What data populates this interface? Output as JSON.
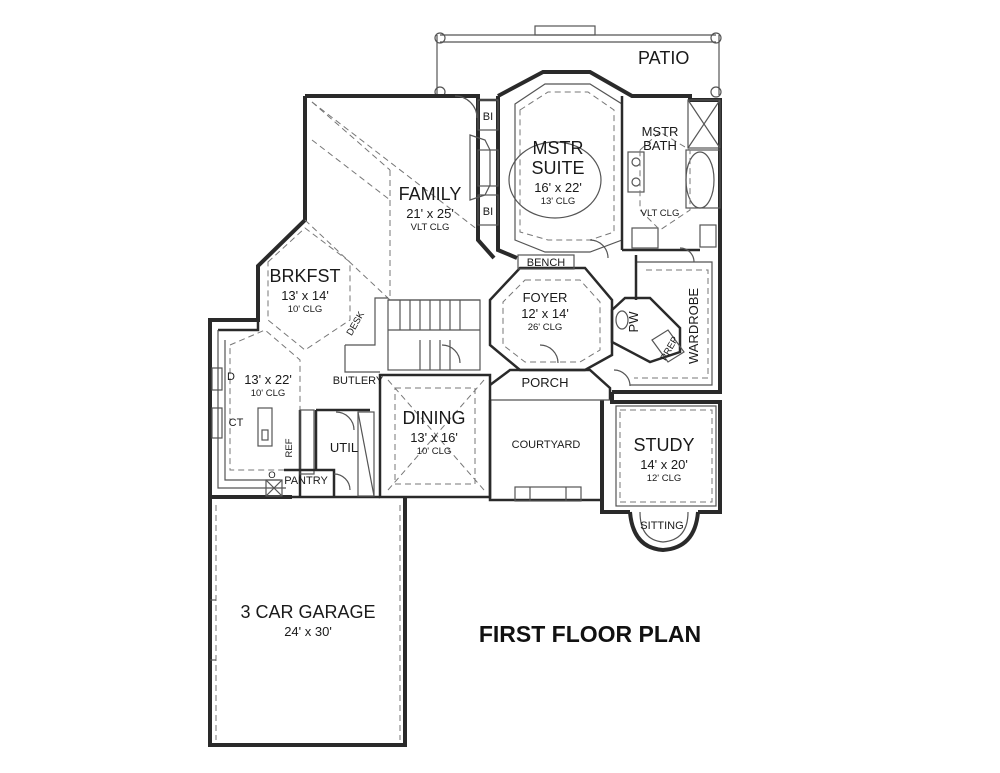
{
  "title": "FIRST FLOOR PLAN",
  "rooms": {
    "patio": {
      "name": "PATIO"
    },
    "master_suite": {
      "name_line1": "MSTR",
      "name_line2": "SUITE",
      "dims": "16' x 22'",
      "ceiling": "13' CLG"
    },
    "master_bath": {
      "name_line1": "MSTR",
      "name_line2": "BATH",
      "ceiling": "VLT CLG"
    },
    "family": {
      "name": "FAMILY",
      "dims": "21' x 25'",
      "ceiling": "VLT CLG"
    },
    "breakfast": {
      "name": "BRKFST",
      "dims": "13' x 14'",
      "ceiling": "10' CLG"
    },
    "kitchen": {
      "dims": "13' x 22'",
      "ceiling": "10' CLG"
    },
    "foyer": {
      "name": "FOYER",
      "dims": "12' x 14'",
      "ceiling": "26' CLG"
    },
    "dining": {
      "name": "DINING",
      "dims": "13' x 16'",
      "ceiling": "10' CLG"
    },
    "study": {
      "name": "STUDY",
      "dims": "14' x 20'",
      "ceiling": "12' CLG"
    },
    "garage": {
      "name": "3 CAR GARAGE",
      "dims": "24' x 30'"
    },
    "courtyard": {
      "name": "COURTYARD"
    },
    "porch": {
      "name": "PORCH"
    },
    "util": {
      "name": "UTIL"
    },
    "pantry": {
      "name": "PANTRY"
    },
    "butlery": {
      "name": "BUTLERY"
    },
    "wardrobe": {
      "name": "WARDROBE"
    },
    "powder": {
      "name": "PW"
    },
    "prep": {
      "name": "PREP"
    },
    "bench": {
      "name": "BENCH"
    },
    "sitting": {
      "name": "SITTING"
    },
    "desk": {
      "name": "DESK"
    }
  },
  "fixtures": {
    "built_in_1": "BI",
    "built_in_2": "BI",
    "dishwasher": "D",
    "cooktop": "CT",
    "refrigerator": "REF",
    "oven": "O"
  }
}
